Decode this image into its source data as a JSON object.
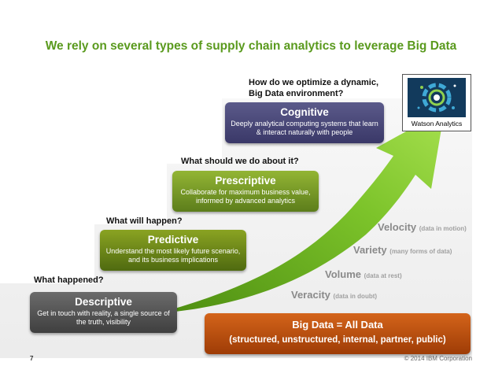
{
  "title": "We rely on several types of supply chain analytics to leverage Big Data",
  "questions": {
    "descriptive": "What happened?",
    "predictive": "What will happen?",
    "prescriptive": "What should we do about it?",
    "cognitive_line1": "How do we optimize a dynamic,",
    "cognitive_line2": "Big Data environment?"
  },
  "boxes": {
    "descriptive": {
      "title": "Descriptive",
      "desc": "Get in touch with reality, a single source of the truth, visibility"
    },
    "predictive": {
      "title": "Predictive",
      "desc": "Understand the most likely future scenario, and its business implications"
    },
    "prescriptive": {
      "title": "Prescriptive",
      "desc": "Collaborate for maximum business value, informed by advanced analytics"
    },
    "cognitive": {
      "title": "Cognitive",
      "desc": "Deeply analytical computing systems that learn & interact naturally with people"
    }
  },
  "vs": {
    "velocity": {
      "word": "Velocity",
      "note": "(data in motion)"
    },
    "variety": {
      "word": "Variety",
      "note": "(many forms of data)"
    },
    "volume": {
      "word": "Volume",
      "note": "(data at rest)"
    },
    "veracity": {
      "word": "Veracity",
      "note": "(data in doubt)"
    }
  },
  "big_data": {
    "title": "Big Data = All Data",
    "subtitle": "(structured, unstructured, internal, partner, public)"
  },
  "watson": {
    "caption": "Watson Analytics",
    "icon": "watson-logo-icon"
  },
  "footer": {
    "page_number": "7",
    "copyright": "© 2014 IBM Corporation"
  },
  "colors": {
    "title_green": "#5a9a1e",
    "arrow_green": "#7cc32a",
    "descriptive": "#555555",
    "predictive": "#6e8a18",
    "prescriptive": "#7fa52c",
    "cognitive": "#4b4a7a",
    "big_data": "#c25510"
  }
}
